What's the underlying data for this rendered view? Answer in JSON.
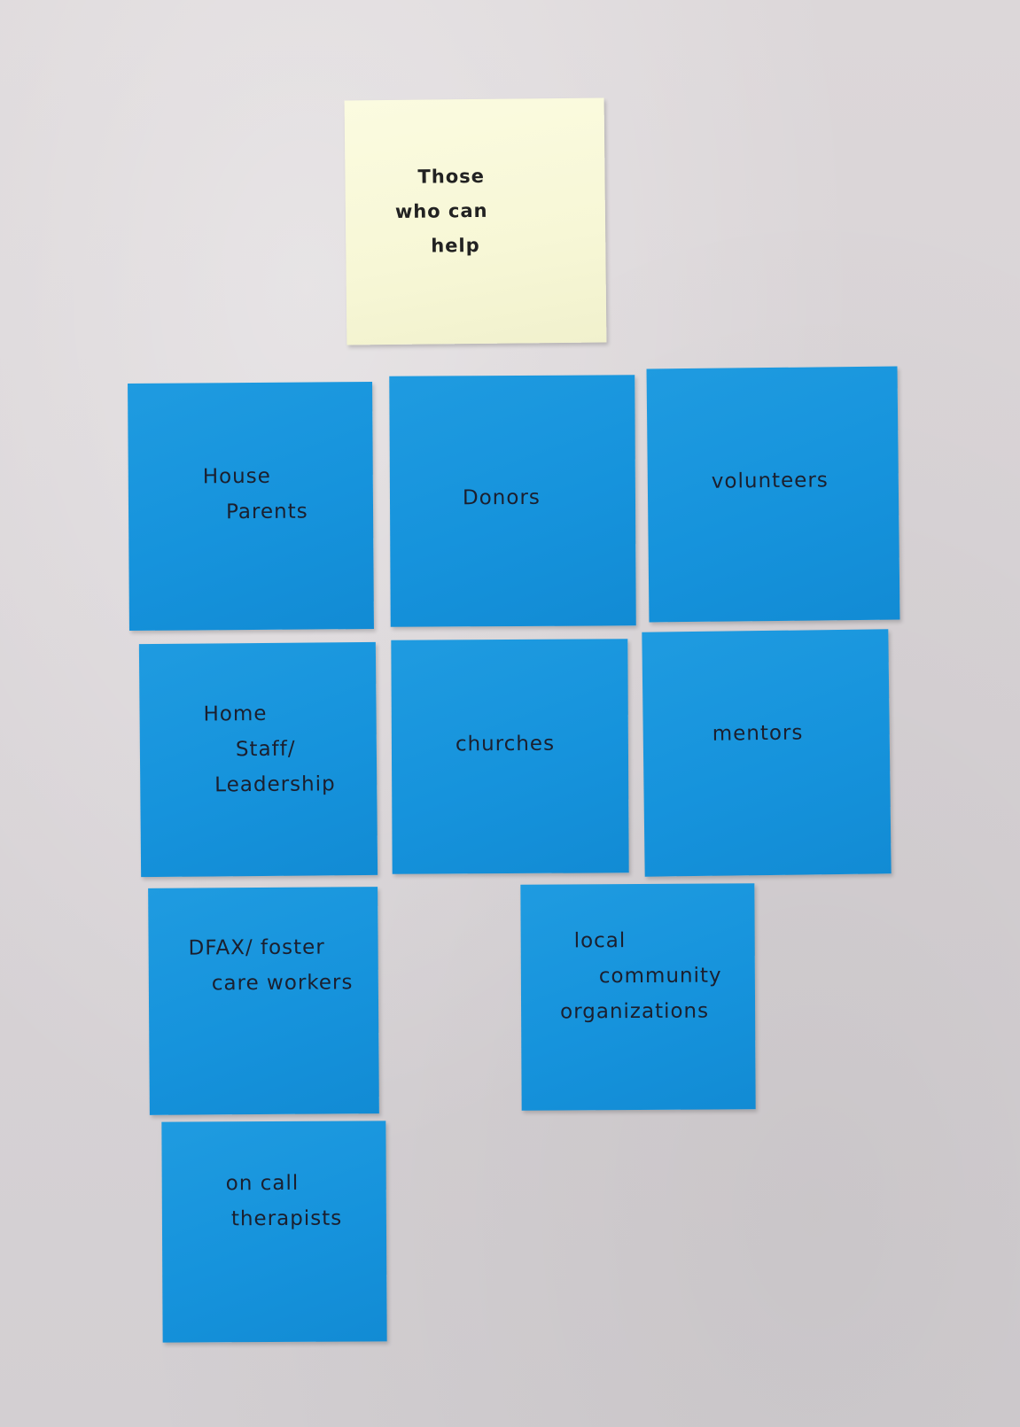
{
  "wall": {
    "header_note": {
      "lines": [
        "Those",
        "who can",
        "help"
      ]
    },
    "notes": [
      {
        "id": "house",
        "lines": [
          "House",
          "Parents"
        ]
      },
      {
        "id": "donors",
        "lines": [
          "Donors"
        ]
      },
      {
        "id": "volunteers",
        "lines": [
          "volunteers"
        ]
      },
      {
        "id": "home",
        "lines": [
          "Home",
          "Staff/",
          "Leadership"
        ]
      },
      {
        "id": "churches",
        "lines": [
          "churches"
        ]
      },
      {
        "id": "mentors",
        "lines": [
          "mentors"
        ]
      },
      {
        "id": "dfax",
        "lines": [
          "DFAX/ foster",
          "care workers"
        ]
      },
      {
        "id": "local",
        "lines": [
          "local",
          "community",
          "organizations"
        ]
      },
      {
        "id": "oncall",
        "lines": [
          "on call",
          "therapists"
        ]
      }
    ]
  },
  "colors": {
    "wall": "#d8d3d6",
    "header_note": "#f7f7d6",
    "blue_note": "#1693dc",
    "ink": "#1b1f2e"
  }
}
